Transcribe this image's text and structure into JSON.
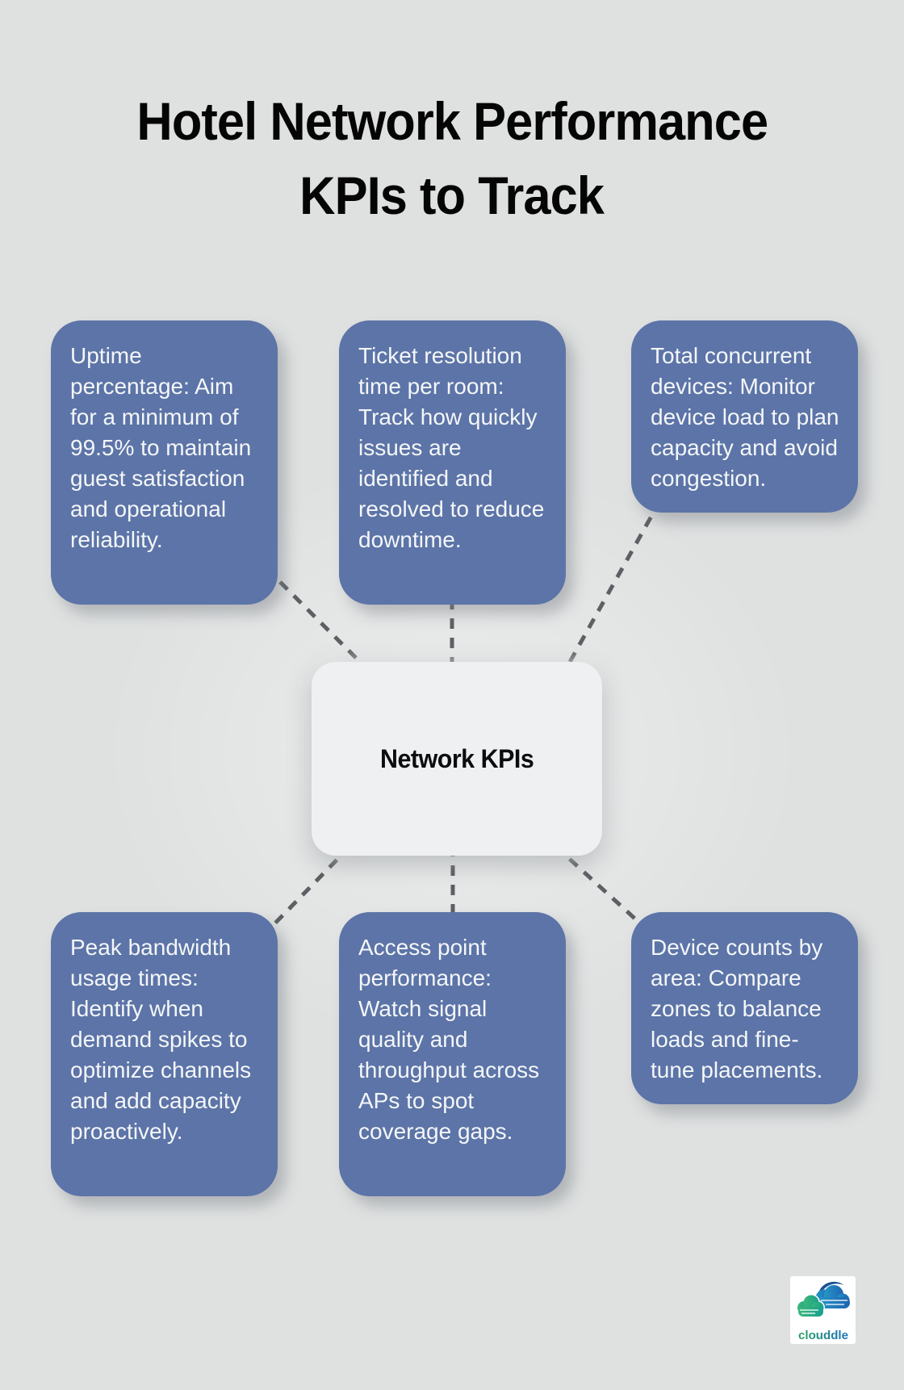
{
  "title": {
    "line1": "Hotel Network Performance",
    "line2": "KPIs to Track"
  },
  "center": {
    "label": "Network KPIs"
  },
  "cards": [
    {
      "id": "uptime-percentage",
      "text": "Uptime percentage: Aim for a minimum of 99.5% to maintain guest satisfaction and operational reliability."
    },
    {
      "id": "ticket-resolution-time",
      "text": "Ticket resolution time per room: Track how quickly issues are identified and resolved to reduce downtime."
    },
    {
      "id": "total-concurrent-devices",
      "text": "Total concurrent devices: Monitor device load to plan capacity and avoid congestion."
    },
    {
      "id": "peak-bandwidth-usage",
      "text": "Peak bandwidth usage times: Identify when demand spikes to optimize channels and add capacity proactively."
    },
    {
      "id": "access-point-performance",
      "text": "Access point performance: Watch signal quality and throughput across APs to spot coverage gaps."
    },
    {
      "id": "device-counts-by-area",
      "text": "Device counts by area: Compare zones to balance loads and fine-tune placements."
    }
  ],
  "logo": {
    "brand": "clouddle"
  },
  "colors": {
    "background": "#dfe1e1",
    "card_blue": "#5c74a7",
    "card_text": "#f4f6f8",
    "center_background": "#eef0f2",
    "center_text": "#0d0d0e",
    "title_text": "#050505",
    "connector_gray": "#5c6063",
    "logo_green": "#2aa45e",
    "logo_blue": "#1c72bd",
    "logo_dark_blue": "#1d5194"
  }
}
